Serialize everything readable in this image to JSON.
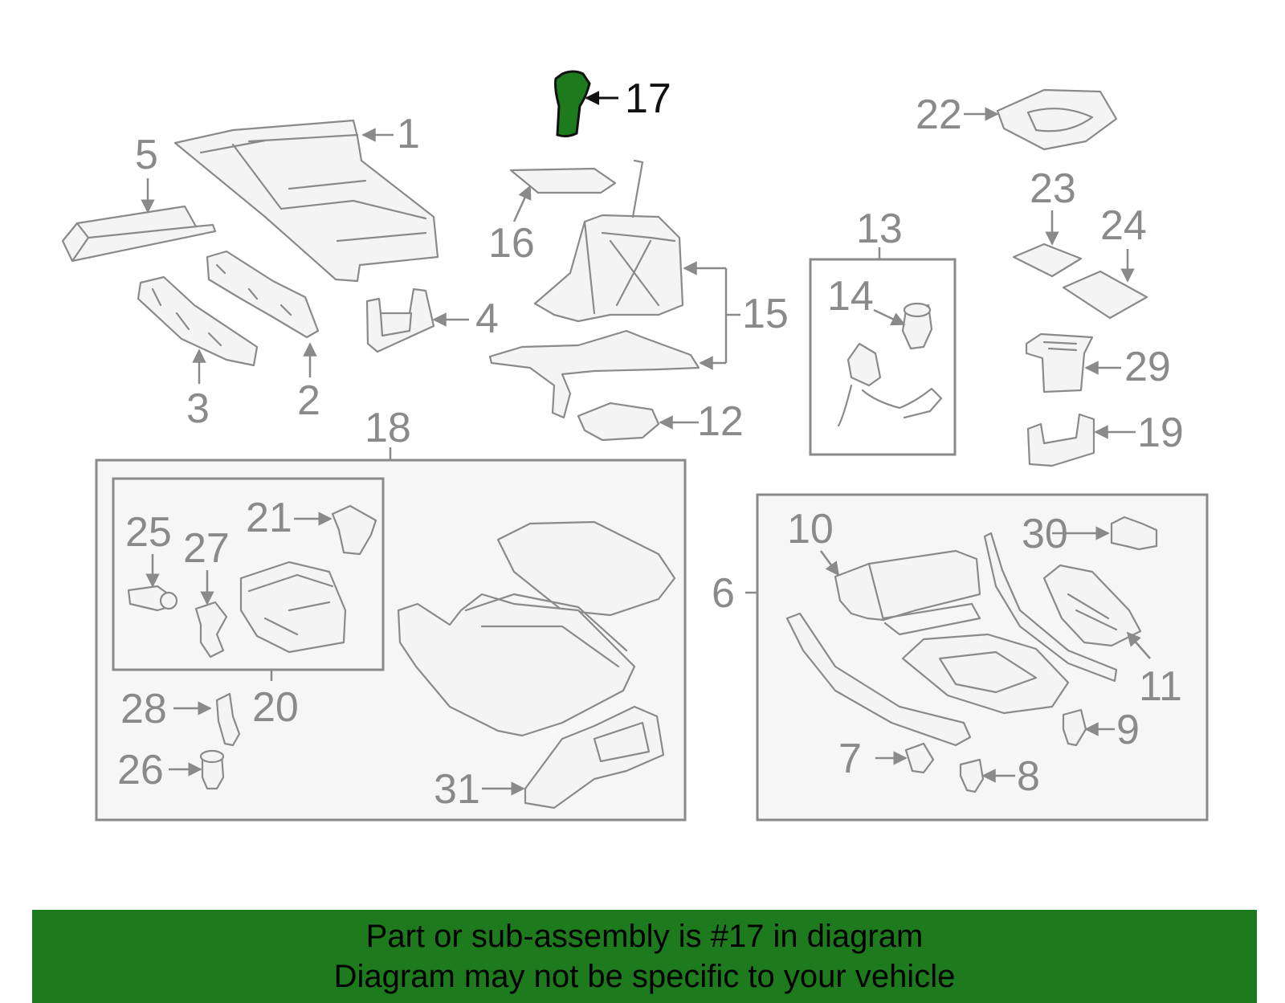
{
  "highlight": {
    "part_number": "17",
    "color": "#1d7a1d"
  },
  "callouts": {
    "c1": "1",
    "c2": "2",
    "c3": "3",
    "c4": "4",
    "c5": "5",
    "c6": "6",
    "c7": "7",
    "c8": "8",
    "c9": "9",
    "c10": "10",
    "c11": "11",
    "c12": "12",
    "c13": "13",
    "c14": "14",
    "c15": "15",
    "c16": "16",
    "c17": "17",
    "c18": "18",
    "c19": "19",
    "c20": "20",
    "c21": "21",
    "c22": "22",
    "c23": "23",
    "c24": "24",
    "c25": "25",
    "c26": "26",
    "c27": "27",
    "c28": "28",
    "c29": "29",
    "c30": "30",
    "c31": "31"
  },
  "banner": {
    "line1": "Part or sub-assembly is #17 in diagram",
    "line2": "Diagram may not be specific to your vehicle",
    "background": "#1d7a1d"
  }
}
